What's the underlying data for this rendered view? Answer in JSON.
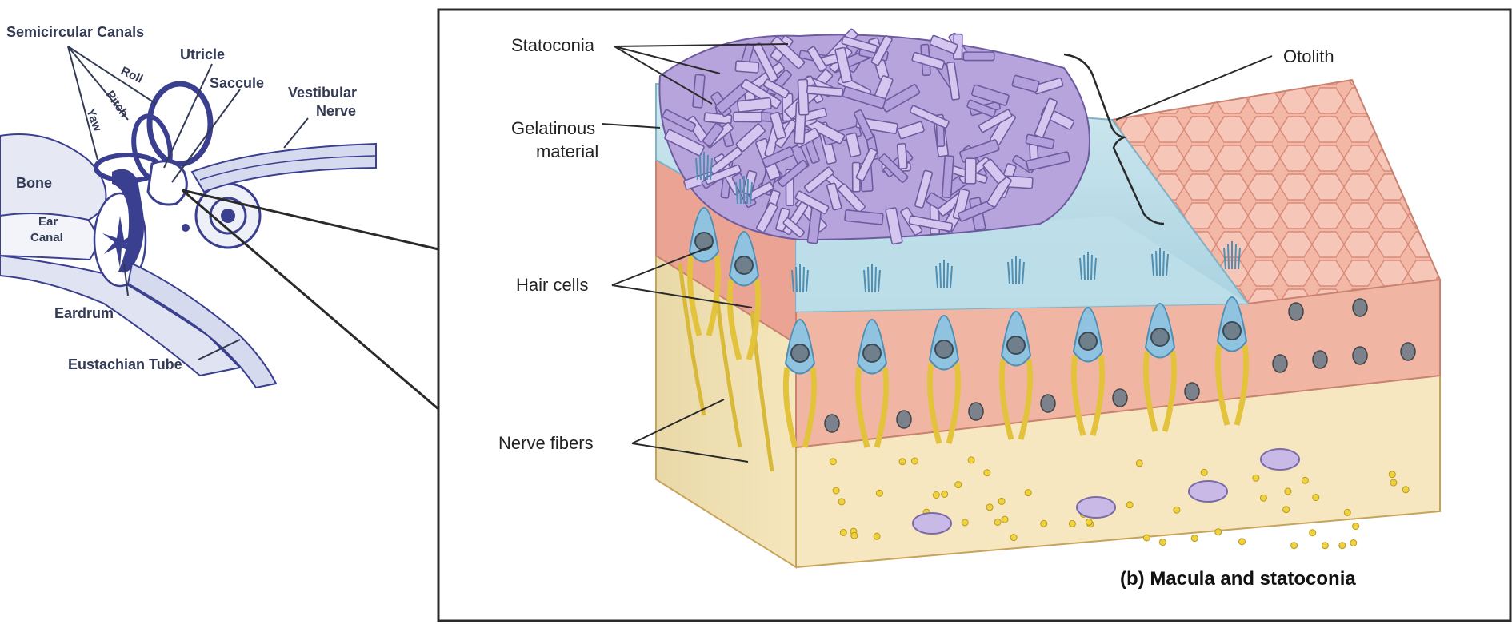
{
  "ear_diagram": {
    "labels": {
      "semicircular_canals": "Semicircular Canals",
      "utricle": "Utricle",
      "roll": "Roll",
      "pitch": "Pitch",
      "yaw": "Yaw",
      "saccule": "Saccule",
      "vestibular_nerve_1": "Vestibular",
      "vestibular_nerve_2": "Nerve",
      "bone": "Bone",
      "ear_canal_1": "Ear",
      "ear_canal_2": "Canal",
      "eardrum": "Eardrum",
      "eustachian_tube": "Eustachian Tube"
    }
  },
  "macula_diagram": {
    "labels": {
      "statoconia": "Statoconia",
      "gelatinous_1": "Gelatinous",
      "gelatinous_2": "material",
      "hair_cells": "Hair cells",
      "nerve_fibers": "Nerve fibers",
      "otolith": "Otolith"
    },
    "caption": "(b) Macula and statoconia"
  },
  "colors": {
    "ear_ink": "#3a3f8f",
    "frame": "#2a2a2a",
    "crystal": "#b9a6dd",
    "gel": "#b9dde8",
    "epithelium": "#f0b3a3",
    "hair_cell": "#8fc3df",
    "nerve": "#f2dc5a",
    "connective": "#f4e3b8"
  }
}
